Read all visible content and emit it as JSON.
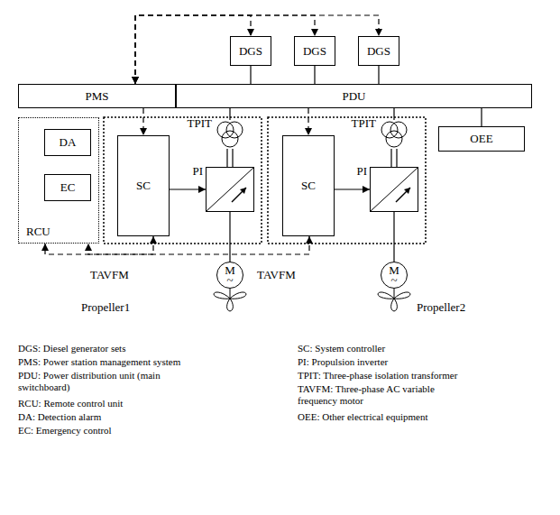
{
  "diagram": {
    "nodes": [
      {
        "text": [
          "DGS"
        ]
      },
      {
        "text": [
          "DGS"
        ]
      },
      {
        "text": [
          "DGS"
        ]
      },
      {
        "text": [
          "PMS"
        ]
      },
      {
        "text": [
          "PDU"
        ]
      },
      {
        "text": [
          "OEE"
        ]
      },
      {
        "text": [
          "RCU"
        ]
      },
      {
        "text": [
          "DA"
        ],
        "in": 6
      },
      {
        "text": [
          "EC"
        ],
        "in": 6
      },
      {
        "text": [
          "SC"
        ]
      },
      {
        "text": [
          "TPIT"
        ]
      },
      {
        "text": [
          "PI"
        ]
      },
      {
        "text": [
          "SC"
        ]
      },
      {
        "text": [
          "TPIT"
        ]
      },
      {
        "text": [
          "PI"
        ]
      },
      {
        "text": [
          "M",
          "~"
        ]
      },
      {
        "text": [
          "M",
          "~"
        ]
      }
    ],
    "edges": [
      {
        "from": 3,
        "to": 0,
        "arrow": "both"
      },
      {
        "from": 3,
        "to": 1,
        "arrow": "both"
      },
      {
        "from": 3,
        "to": 2,
        "arrow": "both"
      },
      {
        "from": 0,
        "to": 4,
        "arrow": "none"
      },
      {
        "from": 1,
        "to": 4,
        "arrow": "none"
      },
      {
        "from": 2,
        "to": 4,
        "arrow": "none"
      },
      {
        "from": 4,
        "to": 5,
        "arrow": "none"
      },
      {
        "from": 3,
        "to": 9,
        "arrow": "to"
      },
      {
        "from": 4,
        "to": 12,
        "arrow": "to"
      },
      {
        "from": 4,
        "to": 10,
        "arrow": "none"
      },
      {
        "from": 4,
        "to": 13,
        "arrow": "none"
      },
      {
        "from": 10,
        "to": 11,
        "arrow": "none"
      },
      {
        "from": 13,
        "to": 14,
        "arrow": "none"
      },
      {
        "from": 9,
        "to": 11,
        "arrow": "to"
      },
      {
        "from": 12,
        "to": 14,
        "arrow": "to"
      },
      {
        "from": 11,
        "to": 15,
        "arrow": "none"
      },
      {
        "from": 14,
        "to": 16,
        "arrow": "none"
      },
      {
        "from": 9,
        "to": 6,
        "arrow": "both"
      },
      {
        "from": 12,
        "to": 6,
        "arrow": "both"
      }
    ],
    "labels": [
      "TAVFM",
      "TAVFM",
      "Propeller1",
      "Propeller2",
      "DGS: Diesel generator sets",
      "PMS: Power station management system",
      "PDU: Power distribution unit (main switchboard)",
      "RCU: Remote control unit",
      "DA: Detection alarm",
      "EC: Emergency control",
      "SC: System controller",
      "PI: Propulsion inverter",
      "TPIT: Three-phase isolation transformer",
      "TAVFM: Three-phase AC variable frequency motor",
      "OEE: Other electrical equipment"
    ]
  }
}
